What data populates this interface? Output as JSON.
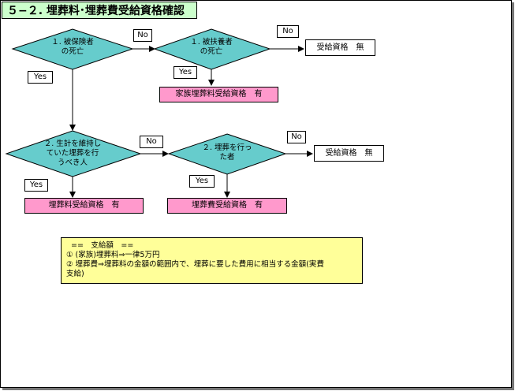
{
  "title": "５−２. 埋葬料･埋葬費受給資格確認",
  "decisions": {
    "d1": [
      "１. 被保険者",
      "の死亡"
    ],
    "d2": [
      "１. 被扶養者",
      "の死亡"
    ],
    "d3": [
      "２. 生計を維持し",
      "ていた埋葬を行",
      "うべき人"
    ],
    "d4": [
      "２. 埋葬を行っ",
      "た者"
    ]
  },
  "labels": {
    "no": "No",
    "yes": "Yes"
  },
  "results": {
    "r1": "受給資格　無",
    "r2": "家族埋葬料受給資格　有",
    "r3": "受給資格　無",
    "r4": "埋葬料受給資格　有",
    "r5": "埋葬費受給資格　有"
  },
  "note": {
    "heading": "==　支給額　==",
    "line1": "① (家族)埋葬料⇒一律5万円",
    "line2": "② 埋葬費⇒埋葬料の金額の範囲内で、埋葬に要した費用に相当する金額(実費",
    "line3": "支給)"
  },
  "colors": {
    "diamond": "#66cccc",
    "pink": "#ff99cc",
    "note": "#ffff99",
    "title": "#ccffcc"
  }
}
